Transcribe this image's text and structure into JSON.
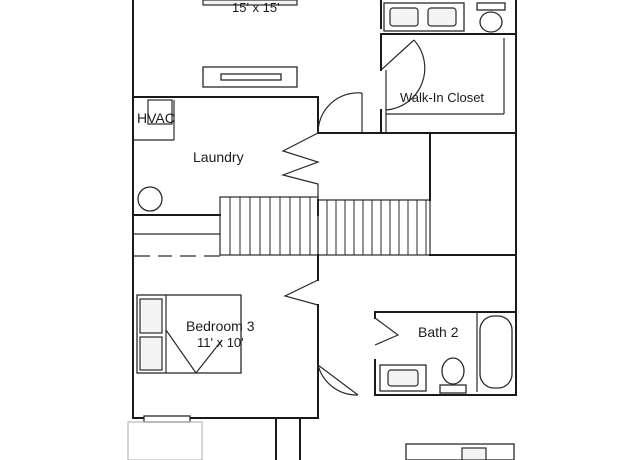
{
  "plan": {
    "top_room_dim": "15' x 15'",
    "walk_in_closet": "Walk-In Closet",
    "hvac": "HVAC",
    "laundry": "Laundry",
    "bedroom3_name": "Bedroom 3",
    "bedroom3_dim": "11' x 10'",
    "bath2": "Bath 2"
  }
}
